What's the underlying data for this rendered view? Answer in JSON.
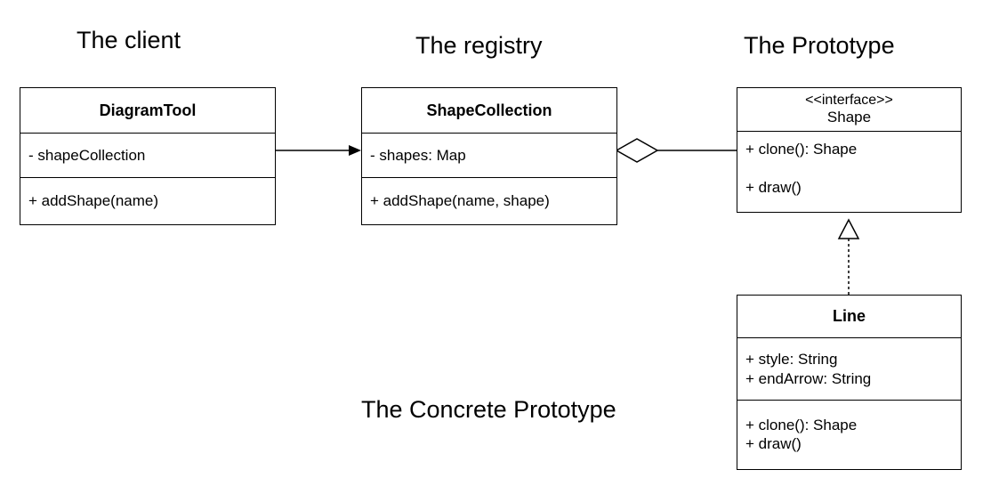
{
  "headings": {
    "client": "The client",
    "registry": "The registry",
    "prototype": "The Prototype",
    "concrete": "The Concrete Prototype"
  },
  "diagram_tool": {
    "name": "DiagramTool",
    "attribute": "- shapeCollection",
    "method": "+ addShape(name)"
  },
  "shape_collection": {
    "name": "ShapeCollection",
    "attribute": "- shapes: Map",
    "method": "+ addShape(name, shape)"
  },
  "shape": {
    "stereotype": "<<interface>>",
    "name": "Shape",
    "methods": [
      "+ clone(): Shape",
      "+ draw()"
    ]
  },
  "line": {
    "name": "Line",
    "attributes": [
      "+ style: String",
      "+ endArrow: String"
    ],
    "methods": [
      "+ clone(): Shape",
      "+ draw()"
    ]
  }
}
